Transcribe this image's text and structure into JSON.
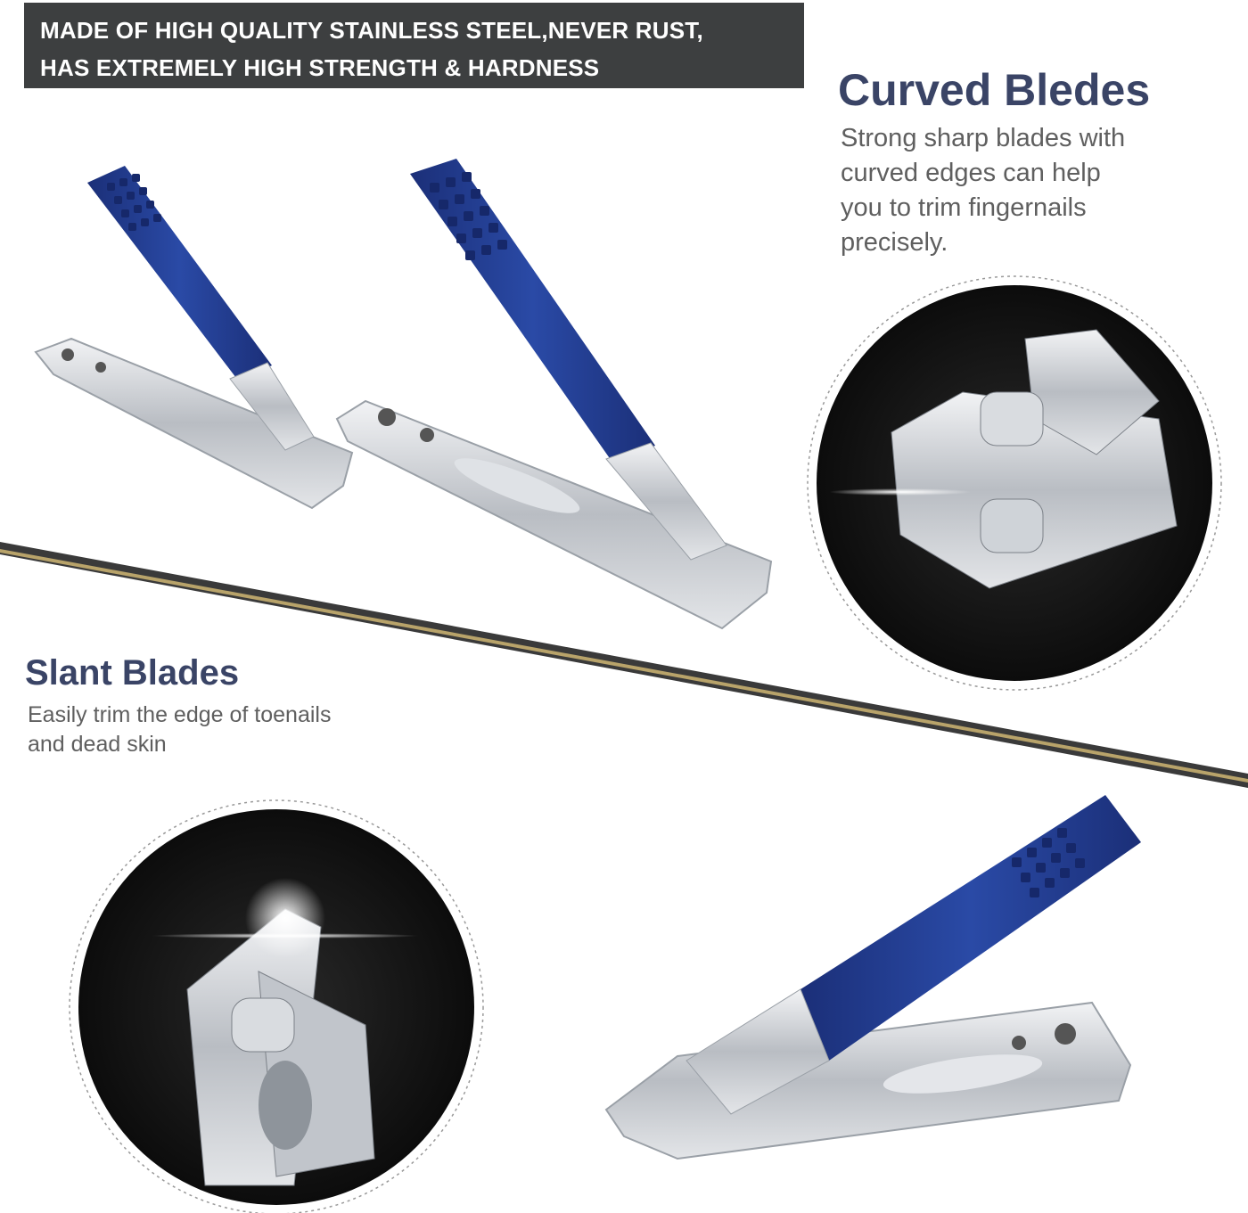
{
  "banner": {
    "line1": "MADE OF HIGH QUALITY STAINLESS STEEL,NEVER RUST,",
    "line2": "HAS EXTREMELY HIGH STRENGTH & HARDNESS"
  },
  "curved": {
    "title": "Curved Bledes",
    "description_lines": [
      "Strong sharp blades with",
      "curved edges can help",
      "you to trim fingernails",
      "precisely."
    ]
  },
  "slant": {
    "title": "Slant Blades",
    "description_lines": [
      "Easily trim the edge of toenails",
      "and dead skin"
    ]
  },
  "colors": {
    "banner_bg": "#3d3f40",
    "heading": "#3a4466",
    "handle_blue": "#1f3a8a",
    "steel": "#c8ccd1",
    "circle_bg": "#141414",
    "stripe_gold": "#b8a36a"
  },
  "icons": [
    "nail-clipper-small-image",
    "nail-clipper-large-image",
    "curved-blade-closeup-image",
    "slant-blade-closeup-image",
    "slant-clipper-image"
  ]
}
